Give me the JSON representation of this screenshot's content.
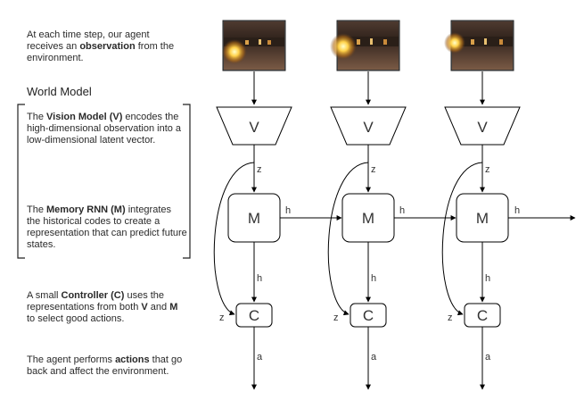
{
  "descriptions": {
    "observation": {
      "pre": "At each time step, our agent receives an ",
      "bold": "observation",
      "post": " from the environment."
    },
    "world_model_title": "World Model",
    "vision": {
      "pre": "The ",
      "bold": "Vision Model (V)",
      "post": " encodes the high-dimensional observation into a low-dimensional latent vector."
    },
    "memory": {
      "pre": "The ",
      "bold": "Memory RNN (M)",
      "post": " integrates the historical codes to create a representation that can predict future states."
    },
    "controller": {
      "pre": "A small ",
      "bold": "Controller (C)",
      "mid": " uses the representations from both ",
      "bold2": "V",
      "and": " and ",
      "bold3": "M",
      "post": " to select good actions."
    },
    "actions": {
      "pre": "The agent performs ",
      "bold": "actions",
      "post": " that go back and affect the environment."
    }
  },
  "nodes": {
    "vision": "V",
    "memory": "M",
    "controller": "C"
  },
  "edge_labels": {
    "z": "z",
    "h": "h",
    "a": "a"
  }
}
